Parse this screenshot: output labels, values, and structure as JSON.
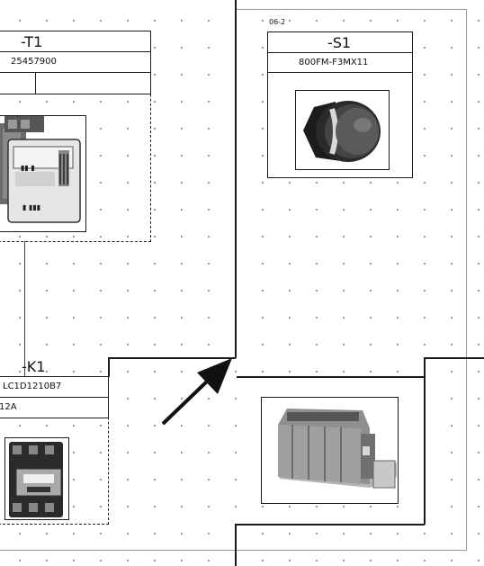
{
  "sheet": {
    "sheet_ref": "06-2"
  },
  "devices": [
    {
      "tag": "-T1",
      "part_number": "25457900",
      "image_icon": "transformer-icon"
    },
    {
      "tag": "-S1",
      "part_number": "800FM-F3MX11",
      "image_icon": "push-button-icon"
    },
    {
      "tag": "-K1",
      "part_number": "LC1D1210B7",
      "rating": "12A",
      "image_icon": "contactor-icon"
    },
    {
      "image_icon": "terminal-block-icon"
    }
  ],
  "annotations": {
    "arrow_icon": "arrow-up-right-icon"
  }
}
